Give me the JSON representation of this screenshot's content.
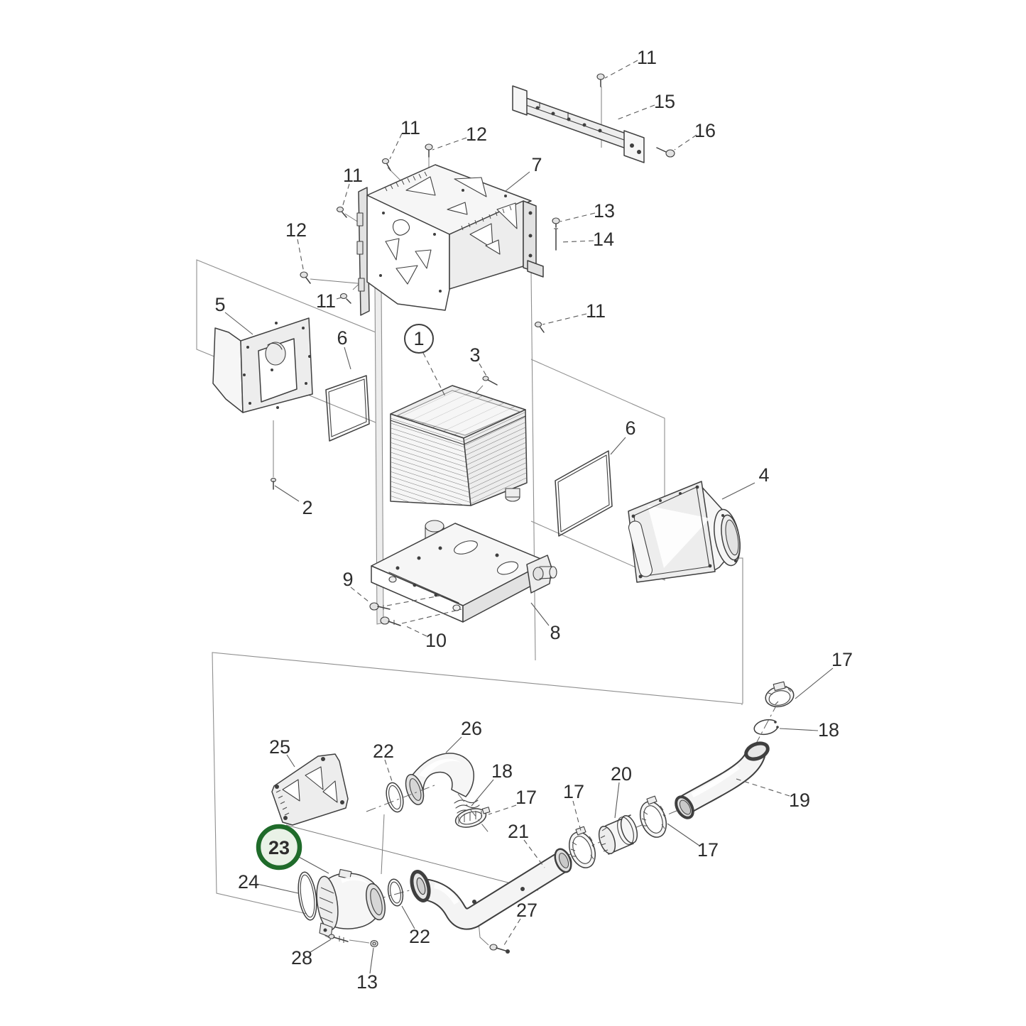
{
  "diagram": {
    "kind": "exploded-parts-diagram",
    "background": "#ffffff",
    "stroke_color": "#3f3f3f",
    "construction_line_color": "#8f8f8f",
    "label_color": "#2d2d2d",
    "highlight": {
      "label": "23",
      "ring_color": "#1f6b2a",
      "fill_color": "#e9f2e7"
    },
    "circled": {
      "label": "1"
    },
    "callouts": {
      "c11_a": "11",
      "c15": "15",
      "c16": "16",
      "c12_a": "12",
      "c11_b": "11",
      "c7": "7",
      "c13_a": "13",
      "c14": "14",
      "c11_c": "11",
      "c12_b": "12",
      "c11_d": "11",
      "c11_e": "11",
      "c5": "5",
      "c6_a": "6",
      "c1": "1",
      "c3": "3",
      "c6_b": "6",
      "c4": "4",
      "c2": "2",
      "c9": "9",
      "c10": "10",
      "c8": "8",
      "c17_a": "17",
      "c18_a": "18",
      "c19": "19",
      "c25": "25",
      "c22_a": "22",
      "c26": "26",
      "c18_b": "18",
      "c17_b": "17",
      "c17_c": "17",
      "c20": "20",
      "c17_d": "17",
      "c21": "21",
      "c27": "27",
      "c24": "24",
      "c22_b": "22",
      "c28": "28",
      "c13_b": "13",
      "c23": "23"
    }
  }
}
